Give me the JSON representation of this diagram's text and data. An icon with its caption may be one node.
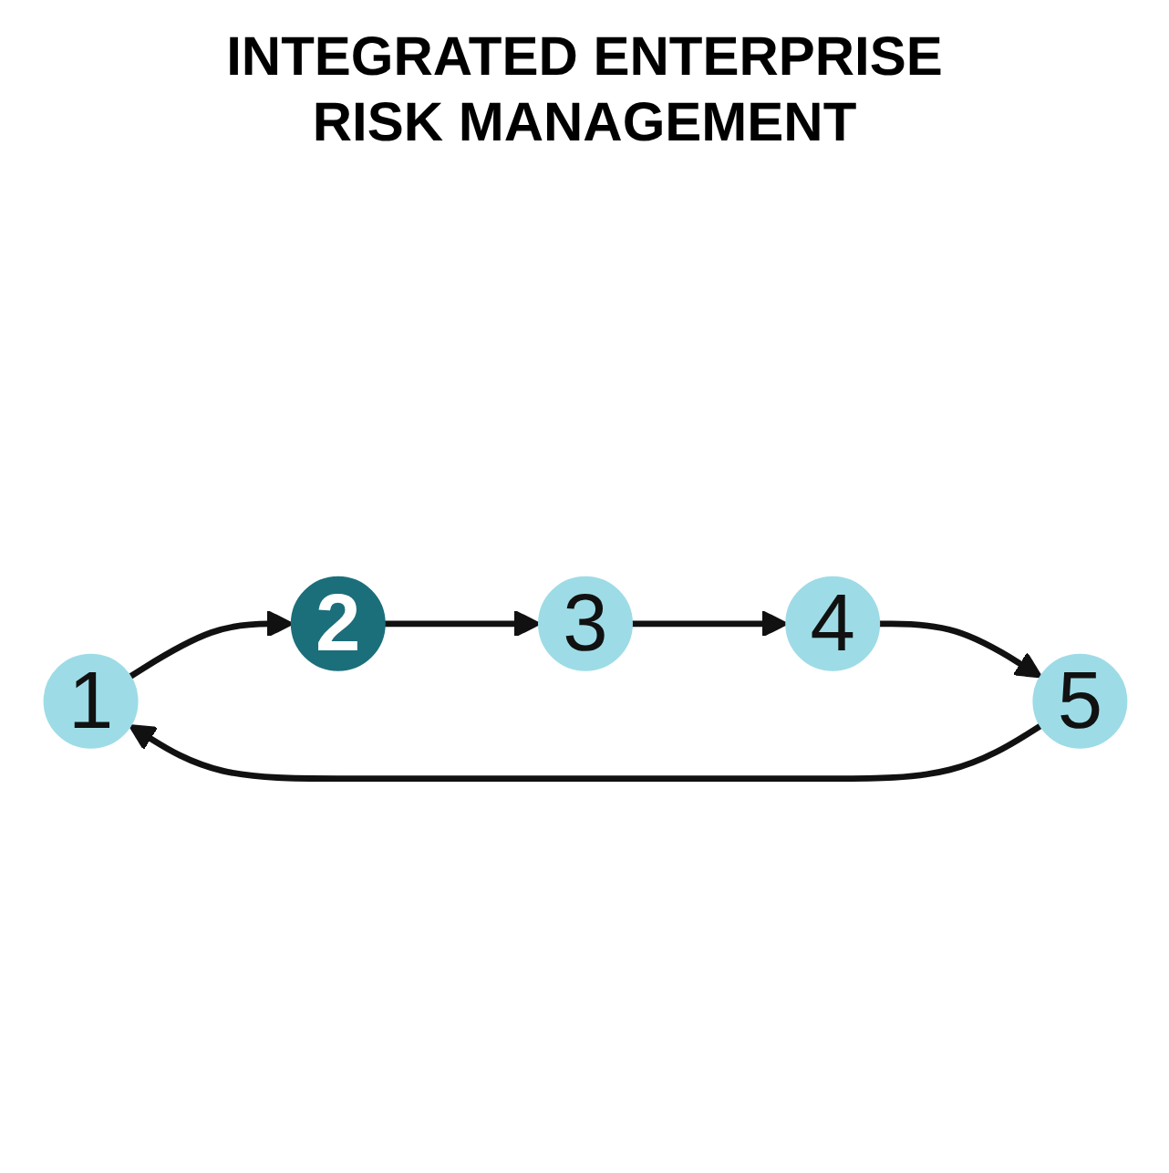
{
  "diagram": {
    "title": "INTEGRATED ENTERPRISE RISK MANAGEMENT",
    "nodes": [
      {
        "text": [
          "1"
        ]
      },
      {
        "text": [
          "2"
        ]
      },
      {
        "text": [
          "3"
        ]
      },
      {
        "text": [
          "4"
        ]
      },
      {
        "text": [
          "5"
        ]
      }
    ],
    "edges": [
      {
        "from": 0,
        "to": 1,
        "arrow": "to"
      },
      {
        "from": 1,
        "to": 2,
        "arrow": "to"
      },
      {
        "from": 2,
        "to": 3,
        "arrow": "to"
      },
      {
        "from": 3,
        "to": 4,
        "arrow": "to"
      },
      {
        "from": 4,
        "to": 0,
        "arrow": "to"
      }
    ]
  }
}
